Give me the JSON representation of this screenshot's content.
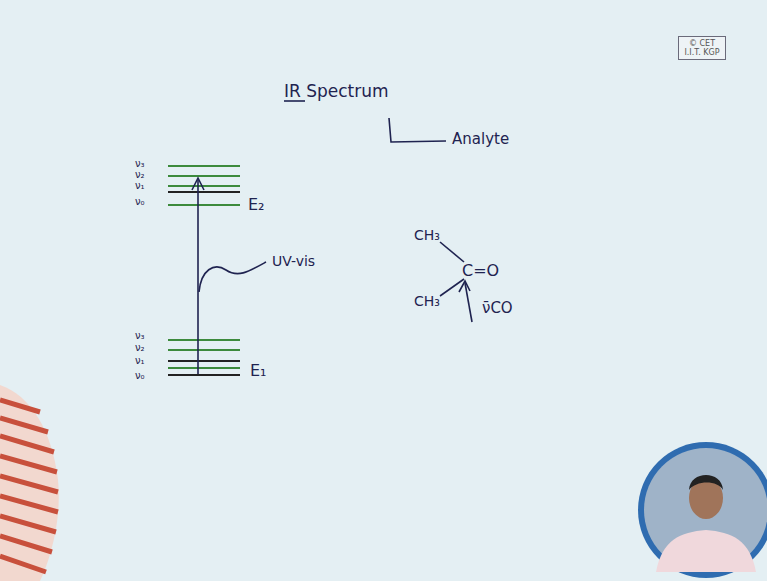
{
  "diagram": {
    "title": "IR Spectrum",
    "nodes": [
      {
        "text": [
          "© CET I.I.T. KGP"
        ]
      }
    ],
    "labels": [
      "Analyte",
      "ν₃",
      "ν₂",
      "ν₁",
      "ν₀",
      "E₂",
      "ν₃",
      "ν₂",
      "ν₁",
      "ν₀",
      "E₁",
      "UV-vis",
      "CH₃",
      "C=O",
      "CH₃",
      "ν̄CO"
    ]
  }
}
